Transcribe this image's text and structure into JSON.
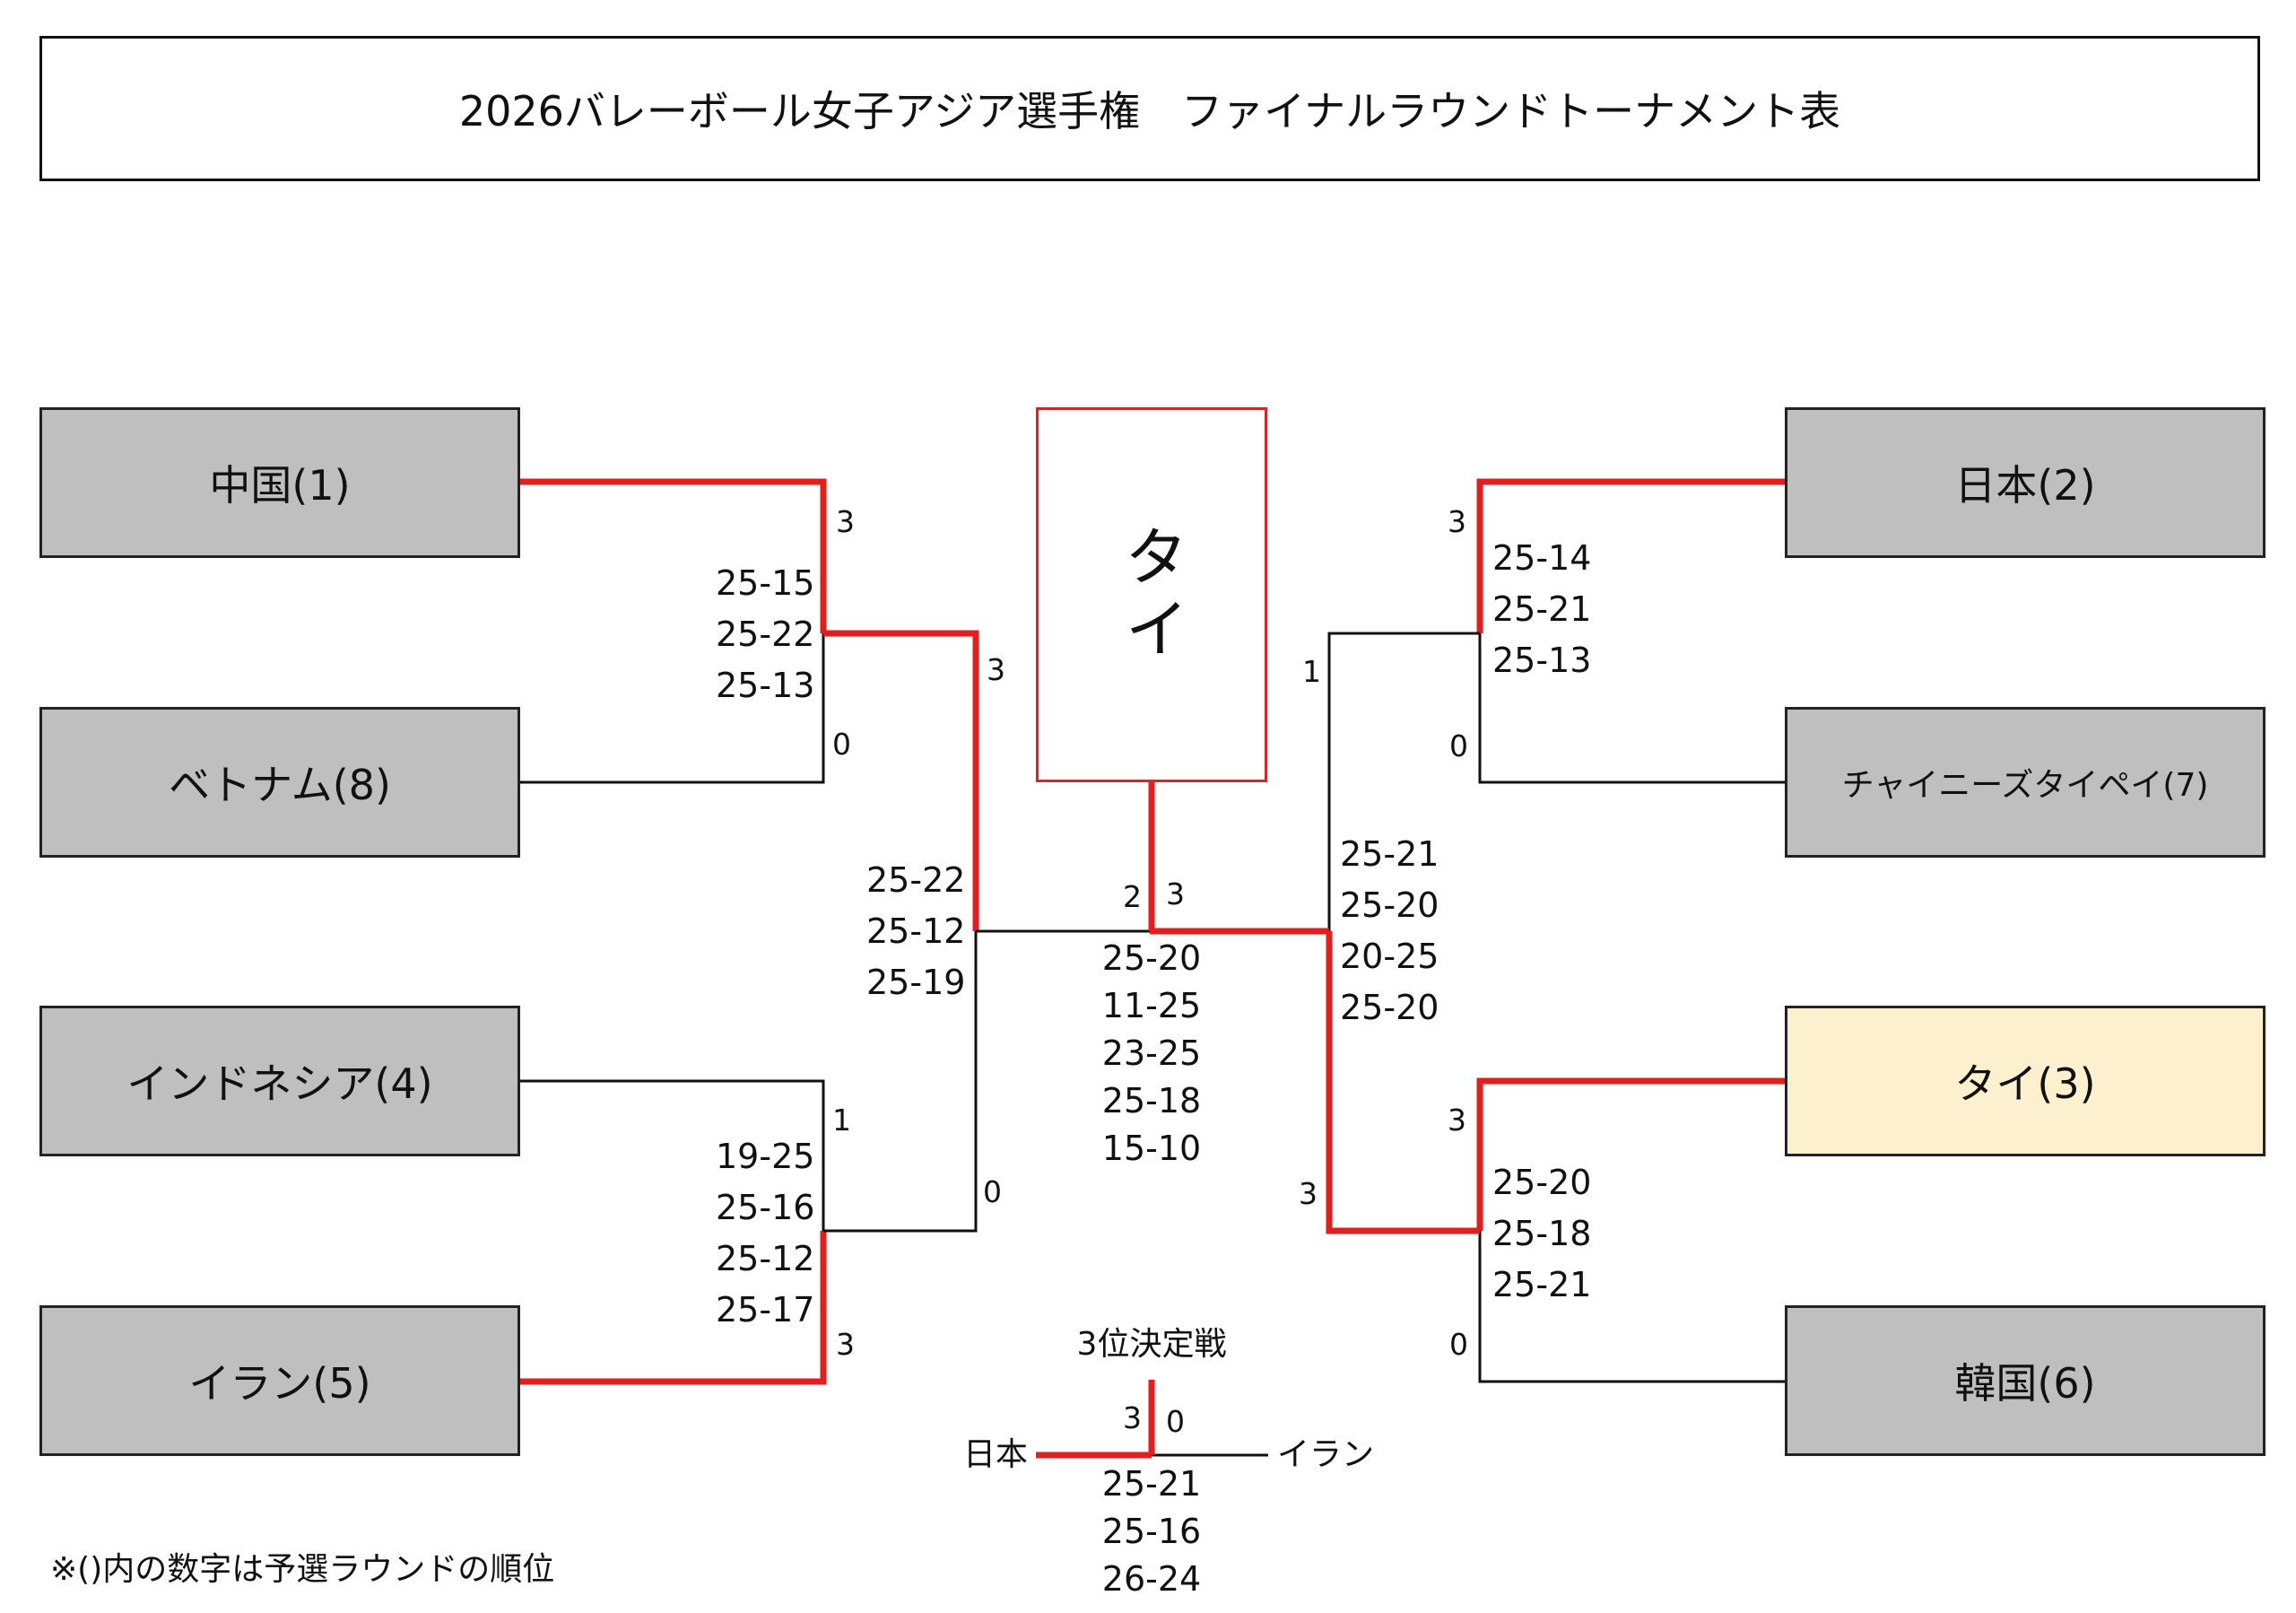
{
  "title": "2026バレーボール女子アジア選手権　ファイナルラウンドトーナメント表",
  "champion": "タイ",
  "teams": {
    "left": [
      "中国(1)",
      "ベトナム(8)",
      "インドネシア(4)",
      "イラン(5)"
    ],
    "right": [
      "日本(2)",
      "チャイニーズタイペイ(7)",
      "タイ(3)",
      "韓国(6)"
    ]
  },
  "matches": {
    "qf_left_top": {
      "set_wins": [
        "3",
        "0"
      ],
      "scores": [
        "25-15",
        "25-22",
        "25-13"
      ]
    },
    "qf_left_bottom": {
      "set_wins": [
        "1",
        "3"
      ],
      "scores": [
        "19-25",
        "25-16",
        "25-12",
        "25-17"
      ]
    },
    "qf_right_top": {
      "set_wins": [
        "3",
        "0"
      ],
      "scores": [
        "25-14",
        "25-21",
        "25-13"
      ]
    },
    "qf_right_bottom": {
      "set_wins": [
        "3",
        "0"
      ],
      "scores": [
        "25-20",
        "25-18",
        "25-21"
      ]
    },
    "sf_left": {
      "set_wins": [
        "3",
        "0"
      ],
      "scores": [
        "25-22",
        "25-12",
        "25-19"
      ]
    },
    "sf_right": {
      "set_wins": [
        "1",
        "3"
      ],
      "scores": [
        "25-21",
        "25-20",
        "20-25",
        "25-20"
      ]
    },
    "final": {
      "set_wins": [
        "2",
        "3"
      ],
      "scores": [
        "25-20",
        "11-25",
        "23-25",
        "25-18",
        "15-10"
      ]
    },
    "third_place": {
      "label": "3位決定戦",
      "team_left": "日本",
      "team_right": "イラン",
      "set_wins": [
        "3",
        "0"
      ],
      "scores": [
        "25-21",
        "25-16",
        "26-24"
      ]
    }
  },
  "note": "※()内の数字は予選ラウンドの順位",
  "colors": {
    "win_line": "#e31e1e",
    "lose_line": "#111111",
    "team_box": "#bfbfbf",
    "highlight_box": "#fdf0cf",
    "champion_border": "#d42626"
  }
}
